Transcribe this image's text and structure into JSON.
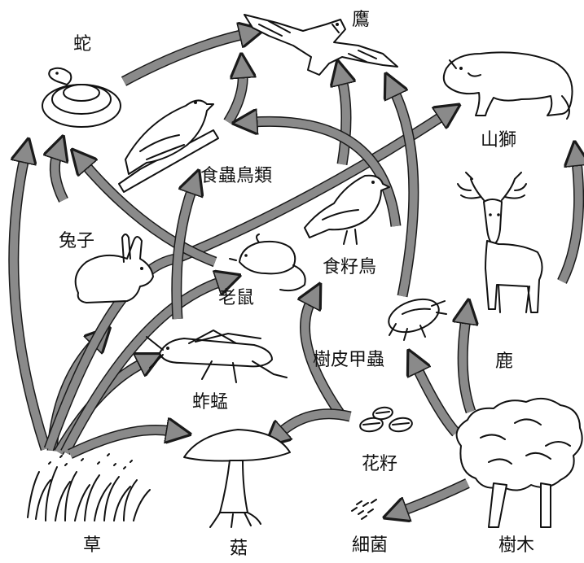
{
  "title": "",
  "colors": {
    "arrow_fill": "#8a8a8a",
    "arrow_outline": "#1a1a1a",
    "ink": "#111111"
  },
  "organisms": {
    "eagle": "鷹",
    "snake": "蛇",
    "lion": "山獅",
    "insect_bird": "食蟲鳥類",
    "rabbit": "兔子",
    "mouse": "老鼠",
    "seed_bird": "食籽鳥",
    "beetle": "樹皮甲蟲",
    "deer": "鹿",
    "grasshopper": "蚱蜢",
    "seeds": "花籽",
    "grass": "草",
    "mushroom": "菇",
    "bacteria": "細菌",
    "tree": "樹木"
  },
  "icons": {
    "eagle": "eagle-icon",
    "snake": "snake-icon",
    "lion": "mountain-lion-icon",
    "insect_bird": "insect-eating-bird-icon",
    "rabbit": "rabbit-icon",
    "mouse": "mouse-icon",
    "seed_bird": "seed-eating-bird-icon",
    "beetle": "bark-beetle-icon",
    "deer": "deer-icon",
    "grasshopper": "grasshopper-icon",
    "seeds": "seeds-icon",
    "grass": "grass-icon",
    "mushroom": "mushroom-icon",
    "bacteria": "bacteria-icon",
    "tree": "tree-icon"
  },
  "links": [
    {
      "from": "grass",
      "to": "rabbit"
    },
    {
      "from": "grass",
      "to": "grasshopper"
    },
    {
      "from": "grass",
      "to": "mouse"
    },
    {
      "from": "grass",
      "to": "mushroom"
    },
    {
      "from": "grass",
      "to": "snake"
    },
    {
      "from": "grass",
      "to": "lion"
    },
    {
      "from": "rabbit",
      "to": "snake"
    },
    {
      "from": "mouse",
      "to": "snake"
    },
    {
      "from": "snake",
      "to": "eagle"
    },
    {
      "from": "grasshopper",
      "to": "insect_bird"
    },
    {
      "from": "insect_bird",
      "to": "eagle"
    },
    {
      "from": "seed_bird",
      "to": "eagle"
    },
    {
      "from": "seed_bird",
      "to": "insect_bird"
    },
    {
      "from": "beetle",
      "to": "eagle"
    },
    {
      "from": "seeds",
      "to": "mouse"
    },
    {
      "from": "seeds",
      "to": "mushroom"
    },
    {
      "from": "tree",
      "to": "beetle"
    },
    {
      "from": "tree",
      "to": "deer"
    },
    {
      "from": "tree",
      "to": "bacteria"
    },
    {
      "from": "deer",
      "to": "lion"
    }
  ]
}
